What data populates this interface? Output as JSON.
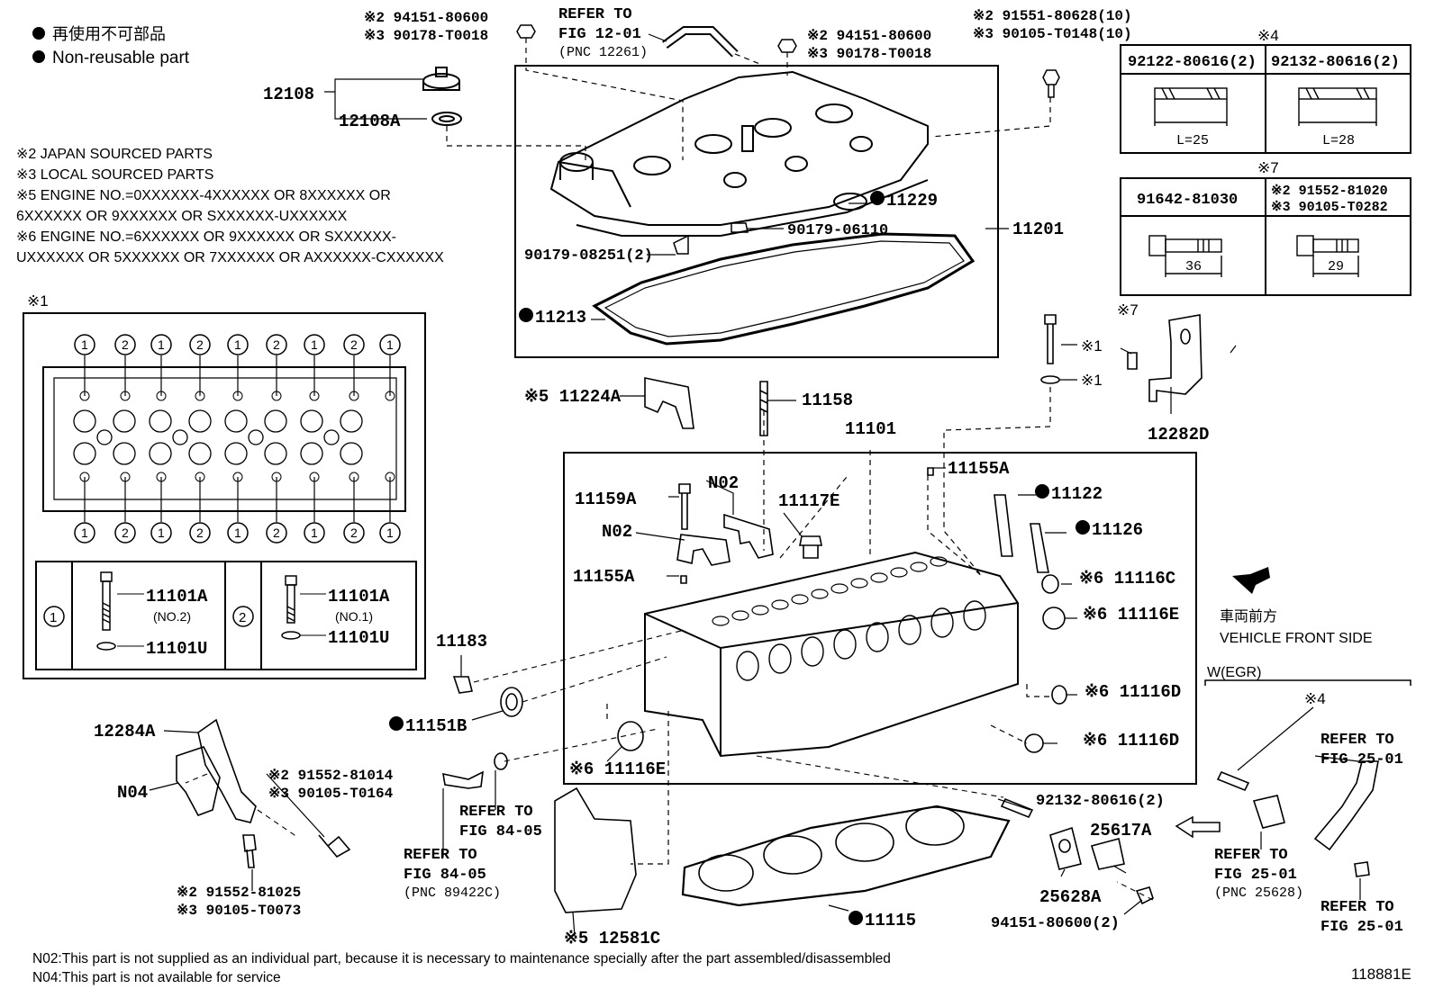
{
  "legend": {
    "jp": "再使用不可部品",
    "en": "Non-reusable part"
  },
  "notes": {
    "n2": "※2 JAPAN SOURCED PARTS",
    "n3": "※3 LOCAL SOURCED PARTS",
    "n5a": "※5 ENGINE NO.=0XXXXXX-4XXXXXX OR 8XXXXXX OR",
    "n5b": "6XXXXXX OR 9XXXXXX OR SXXXXXX-UXXXXXX",
    "n6a": "※6 ENGINE NO.=6XXXXXX OR 9XXXXXX OR SXXXXXX-",
    "n6b": "UXXXXXX OR 5XXXXXX OR 7XXXXXX OR AXXXXXX-CXXXXXX"
  },
  "bolt_pattern": {
    "mark": "※1",
    "top_row": [
      "1",
      "2",
      "1",
      "2",
      "1",
      "2",
      "1",
      "2",
      "1"
    ],
    "bottom_row": [
      "1",
      "2",
      "1",
      "2",
      "1",
      "2",
      "1",
      "2",
      "1"
    ],
    "key1_num": "1",
    "key1_part": "11101A",
    "key1_sub": "(NO.2)",
    "key1_washer": "11101U",
    "key2_num": "2",
    "key2_part": "11101A",
    "key2_sub": "(NO.1)",
    "key2_washer": "11101U"
  },
  "table4": {
    "mark": "※4",
    "col1": "92122-80616(2)",
    "col2": "92132-80616(2)",
    "len1": "L=25",
    "len2": "L=28"
  },
  "table7": {
    "mark": "※7",
    "col1": "91642-81030",
    "col2a": "※2 91552-81020",
    "col2b": "※3 90105-T0282",
    "len1": "36",
    "len2": "29"
  },
  "labels": {
    "top1a": "※2 94151-80600",
    "top1b": "※3 90178-T0018",
    "refer_a": "REFER TO",
    "refer_b": "FIG 12-01",
    "refer_c": "(PNC 12261)",
    "top2a": "※2 94151-80600",
    "top2b": "※3 90178-T0018",
    "top3a": "※2 91551-80628(10)",
    "top3b": "※3 90105-T0148(10)",
    "p12108": "12108",
    "p12108A": "12108A",
    "p11229": "11229",
    "p90179_06110": "90179-06110",
    "p90179_08251": "90179-08251(2)",
    "p11201": "11201",
    "p11213": "11213",
    "star1a": "※1",
    "star1b": "※1",
    "star7": "※7",
    "p12282D": "12282D",
    "p11224A": "※5 11224A",
    "p11158": "11158",
    "p11101": "11101",
    "p11155A_top": "11155A",
    "p11122": "11122",
    "p11126": "11126",
    "p11159A": "11159A",
    "n02a": "N02",
    "n02b": "N02",
    "p11117E": "11117E",
    "p11155A_left": "11155A",
    "p11116C": "※6 11116C",
    "p11116E_r": "※6 11116E",
    "front_jp": "車両前方",
    "front_en": "VEHICLE FRONT SIDE",
    "p11183": "11183",
    "p11116D_1": "※6 11116D",
    "p11116D_2": "※6 11116D",
    "p11151B": "11151B",
    "p11116E_l": "※6 11116E",
    "p12284A": "12284A",
    "n04": "N04",
    "m1a": "※2 91552-81014",
    "m1b": "※3 90105-T0164",
    "m2a": "※2 91552-81025",
    "m2b": "※3 90105-T0073",
    "ref84a_1": "REFER TO",
    "ref84a_2": "FIG 84-05",
    "ref84b_1": "REFER TO",
    "ref84b_2": "FIG 84-05",
    "ref84b_3": "(PNC 89422C)",
    "p12581C": "※5 12581C",
    "p11115": "11115",
    "p92132": "92132-80616(2)",
    "p25617A": "25617A",
    "p25628A": "25628A",
    "p94151": "94151-80600(2)",
    "egr": "W(EGR)",
    "star4": "※4",
    "ref25a_1": "REFER TO",
    "ref25a_2": "FIG 25-01",
    "ref25b_1": "REFER TO",
    "ref25b_2": "FIG 25-01",
    "ref25b_3": "(PNC 25628)",
    "ref25c_1": "REFER TO",
    "ref25c_2": "FIG 25-01"
  },
  "footer": {
    "n02_note": "N02:This part is not supplied as an individual part, because it is necessary to maintenance specially after the part assembled/disassembled",
    "n04_note": "N04:This part is not available for service",
    "fig_id": "118881E"
  }
}
